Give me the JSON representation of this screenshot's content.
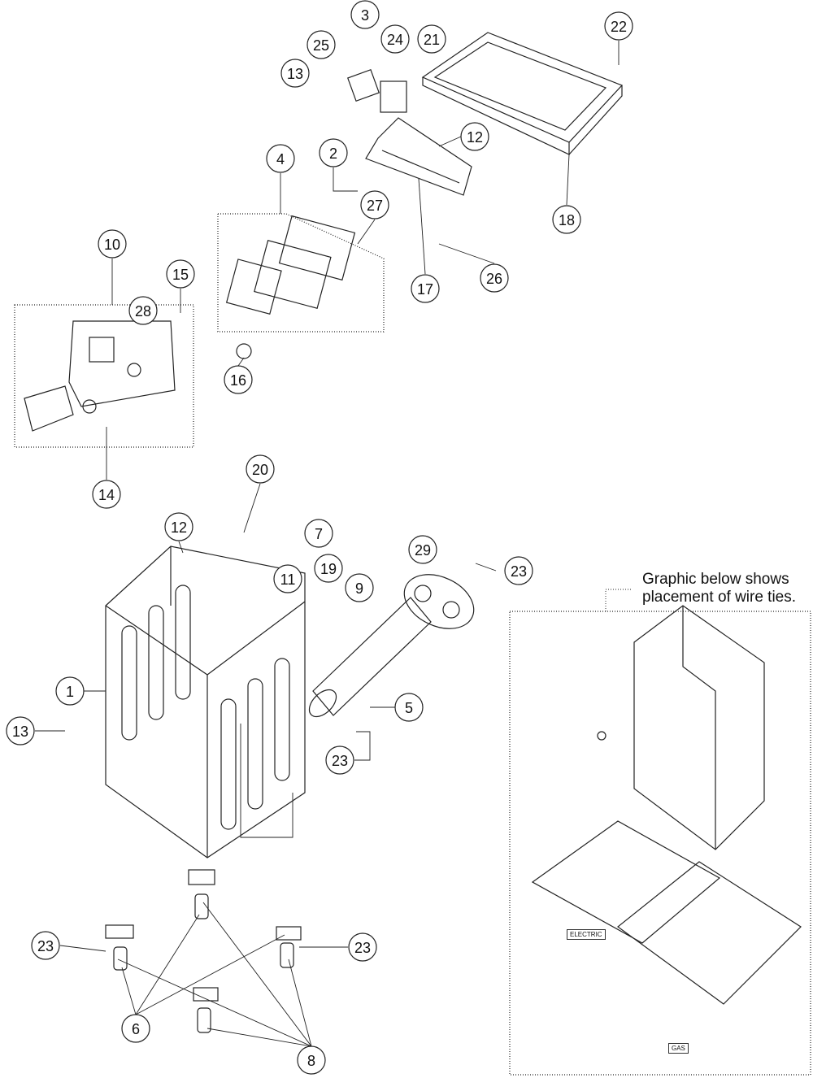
{
  "callouts": [
    "3",
    "25",
    "24",
    "21",
    "13",
    "22",
    "12",
    "2",
    "18",
    "4",
    "27",
    "17",
    "26",
    "10",
    "15",
    "28",
    "16",
    "14",
    "20",
    "12",
    "7",
    "19",
    "11",
    "9",
    "29",
    "23",
    "1",
    "13",
    "5",
    "23",
    "23",
    "23",
    "6",
    "8"
  ],
  "note": {
    "line1": "Graphic below shows",
    "line2": "placement of wire ties."
  },
  "inset_labels": {
    "electric": "ELECTRIC",
    "gas": "GAS"
  }
}
